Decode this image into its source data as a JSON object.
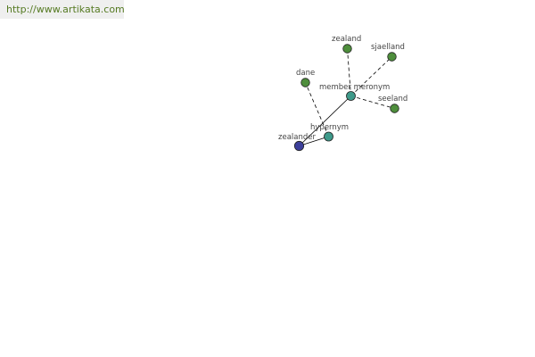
{
  "banner": {
    "url_text": "http://www.artikata.com"
  },
  "graph": {
    "colors": {
      "focus": "#3c3f9a",
      "relation": "#3e9a8a",
      "leaf": "#4e8e3c"
    },
    "nodes": [
      {
        "id": "zealander",
        "label": "zealander",
        "kind": "focus"
      },
      {
        "id": "hypernym",
        "label": "hypernym",
        "kind": "relation"
      },
      {
        "id": "member-meronym",
        "label": "member meronym",
        "kind": "relation"
      },
      {
        "id": "dane",
        "label": "dane",
        "kind": "leaf"
      },
      {
        "id": "zealand",
        "label": "zealand",
        "kind": "leaf"
      },
      {
        "id": "sjaelland",
        "label": "sjaelland",
        "kind": "leaf"
      },
      {
        "id": "seeland",
        "label": "seeland",
        "kind": "leaf"
      }
    ],
    "edges": [
      {
        "from": "zealander",
        "to": "hypernym",
        "style": "solid"
      },
      {
        "from": "zealander",
        "to": "member-meronym",
        "style": "solid"
      },
      {
        "from": "hypernym",
        "to": "dane",
        "style": "dashed"
      },
      {
        "from": "member-meronym",
        "to": "zealand",
        "style": "dashed"
      },
      {
        "from": "member-meronym",
        "to": "sjaelland",
        "style": "dashed"
      },
      {
        "from": "member-meronym",
        "to": "seeland",
        "style": "dashed"
      }
    ]
  }
}
